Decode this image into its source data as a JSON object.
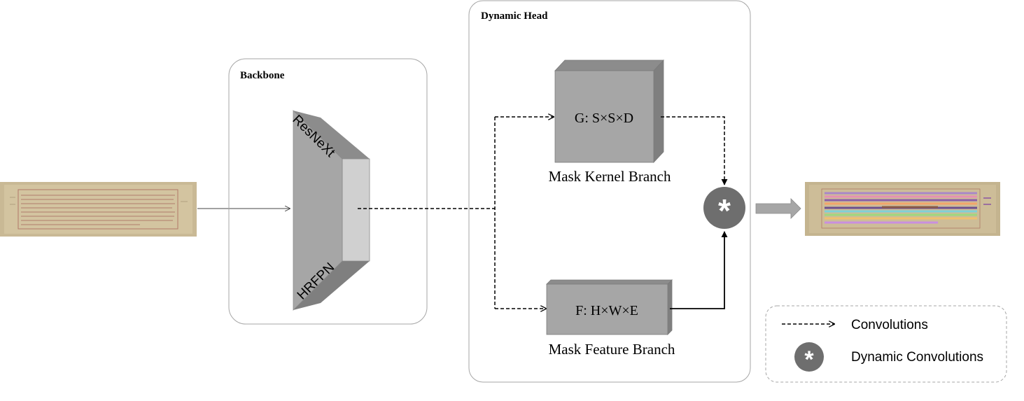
{
  "backbone": {
    "title": "Backbone",
    "top_label": "ResNeXt",
    "bottom_label": "HRFPN"
  },
  "dynamic_head": {
    "title": "Dynamic Head",
    "kernel_branch": {
      "dims": "G: S×S×D",
      "label": "Mask Kernel Branch"
    },
    "feature_branch": {
      "dims": "F: H×W×E",
      "label": "Mask Feature Branch"
    },
    "operator_symbol": "*"
  },
  "legend": {
    "items": [
      {
        "label": "Convolutions",
        "icon": "dashed-arrow-icon"
      },
      {
        "label": "Dynamic Convolutions",
        "icon": "asterisk-circle-icon"
      }
    ]
  },
  "colors": {
    "box_border": "#a6a6a6",
    "block_front": "#a6a6a6",
    "block_side": "#7f7f7f",
    "block_top": "#8c8c8c",
    "block_light": "#d0d0d0",
    "operator_fill": "#6e6e6e",
    "arrow_fill": "#a6a6a6",
    "manuscript_bg": "#c4b48f",
    "manuscript_ink": "#b07868"
  }
}
